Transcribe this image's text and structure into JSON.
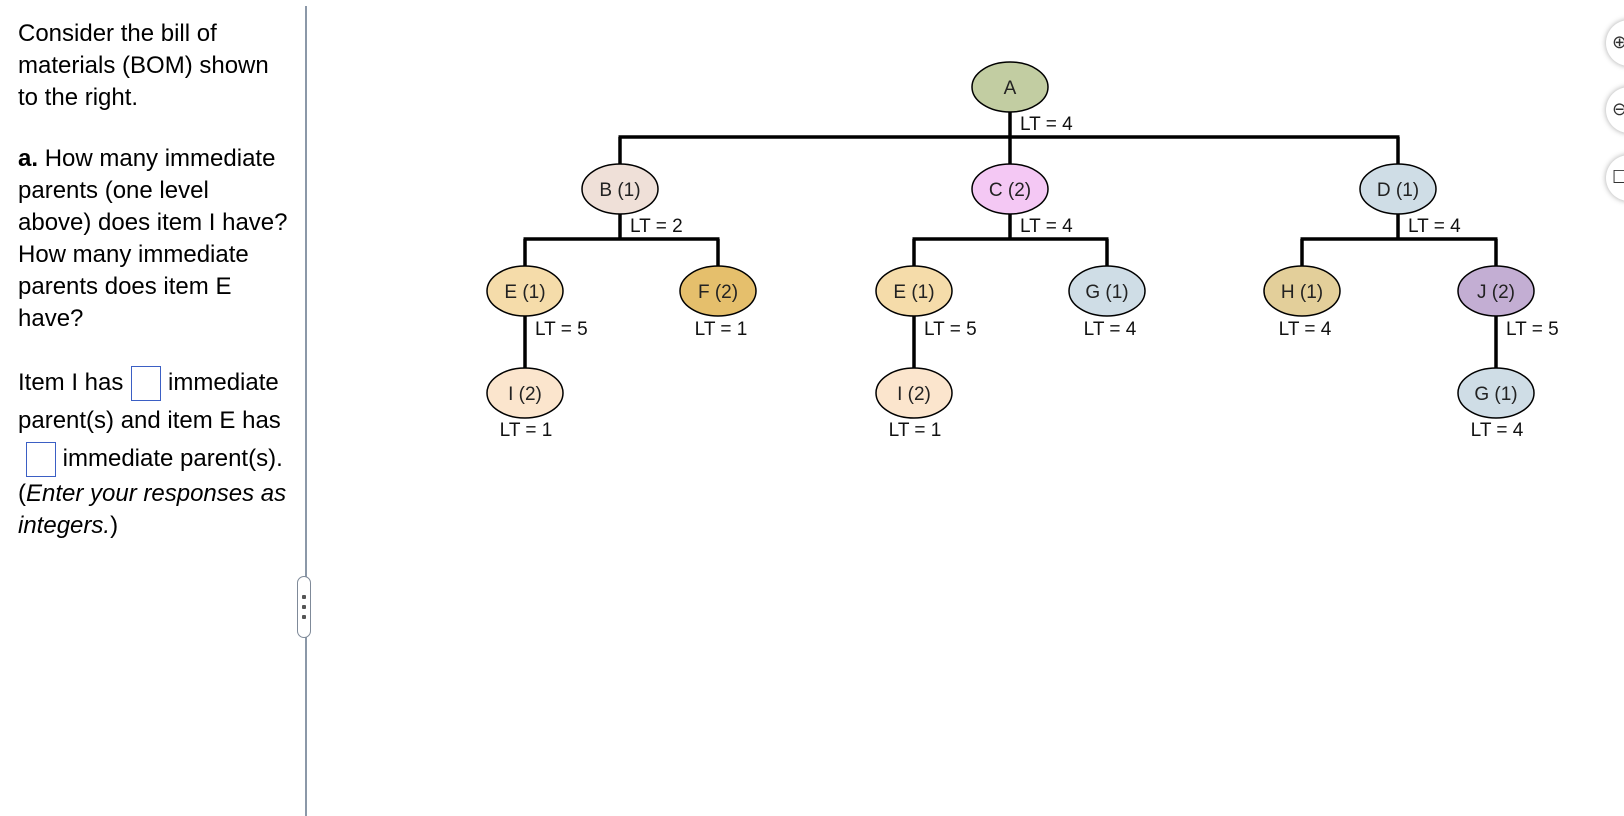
{
  "question": {
    "intro": "Consider the bill of materials (BOM) shown to the right.",
    "part_label": "a.",
    "part_text": "How many immediate parents (one level above) does item I have? How many immediate parents does item E have?",
    "answer_prefix_1": "Item I has",
    "answer_value_1": "",
    "answer_mid": "immediate parent(s) and item E has",
    "answer_value_2": "",
    "answer_suffix": "immediate parent(s).",
    "instruction_open": "(",
    "instruction_italic": "Enter your responses as integers.",
    "instruction_close": ")"
  },
  "bom": {
    "nodes": [
      {
        "id": "A",
        "label": "A",
        "lt": "LT = 4",
        "color": "#c2cda2"
      },
      {
        "id": "B",
        "label": "B (1)",
        "lt": "LT = 2",
        "color": "#efe0d8"
      },
      {
        "id": "C",
        "label": "C (2)",
        "lt": "LT = 4",
        "color": "#f4c8f4"
      },
      {
        "id": "D",
        "label": "D (1)",
        "lt": "LT = 4",
        "color": "#cfdde6"
      },
      {
        "id": "E1",
        "label": "E (1)",
        "lt": "LT = 5",
        "color": "#f5dcaa"
      },
      {
        "id": "F",
        "label": "F (2)",
        "lt": "LT = 1",
        "color": "#e5bf6c"
      },
      {
        "id": "E2",
        "label": "E (1)",
        "lt": "LT = 5",
        "color": "#f5dcaa"
      },
      {
        "id": "G1",
        "label": "G (1)",
        "lt": "LT = 4",
        "color": "#cfdde6"
      },
      {
        "id": "H",
        "label": "H (1)",
        "lt": "LT = 4",
        "color": "#e3cf9a"
      },
      {
        "id": "J",
        "label": "J (2)",
        "lt": "LT = 5",
        "color": "#c3aed3"
      },
      {
        "id": "I1",
        "label": "I (2)",
        "lt": "LT = 1",
        "color": "#fbe5cd"
      },
      {
        "id": "I2",
        "label": "I (2)",
        "lt": "LT = 1",
        "color": "#fbe5cd"
      },
      {
        "id": "G2",
        "label": "G (1)",
        "lt": "LT = 4",
        "color": "#cfdde6"
      }
    ],
    "edges": [
      [
        "A",
        "B"
      ],
      [
        "A",
        "C"
      ],
      [
        "A",
        "D"
      ],
      [
        "B",
        "E1"
      ],
      [
        "B",
        "F"
      ],
      [
        "C",
        "E2"
      ],
      [
        "C",
        "G1"
      ],
      [
        "D",
        "H"
      ],
      [
        "D",
        "J"
      ],
      [
        "E1",
        "I1"
      ],
      [
        "E2",
        "I2"
      ],
      [
        "J",
        "G2"
      ]
    ]
  },
  "tools": {
    "zoom_in_icon": "⊕",
    "zoom_out_icon": "⊖",
    "expand_icon": "☐"
  }
}
